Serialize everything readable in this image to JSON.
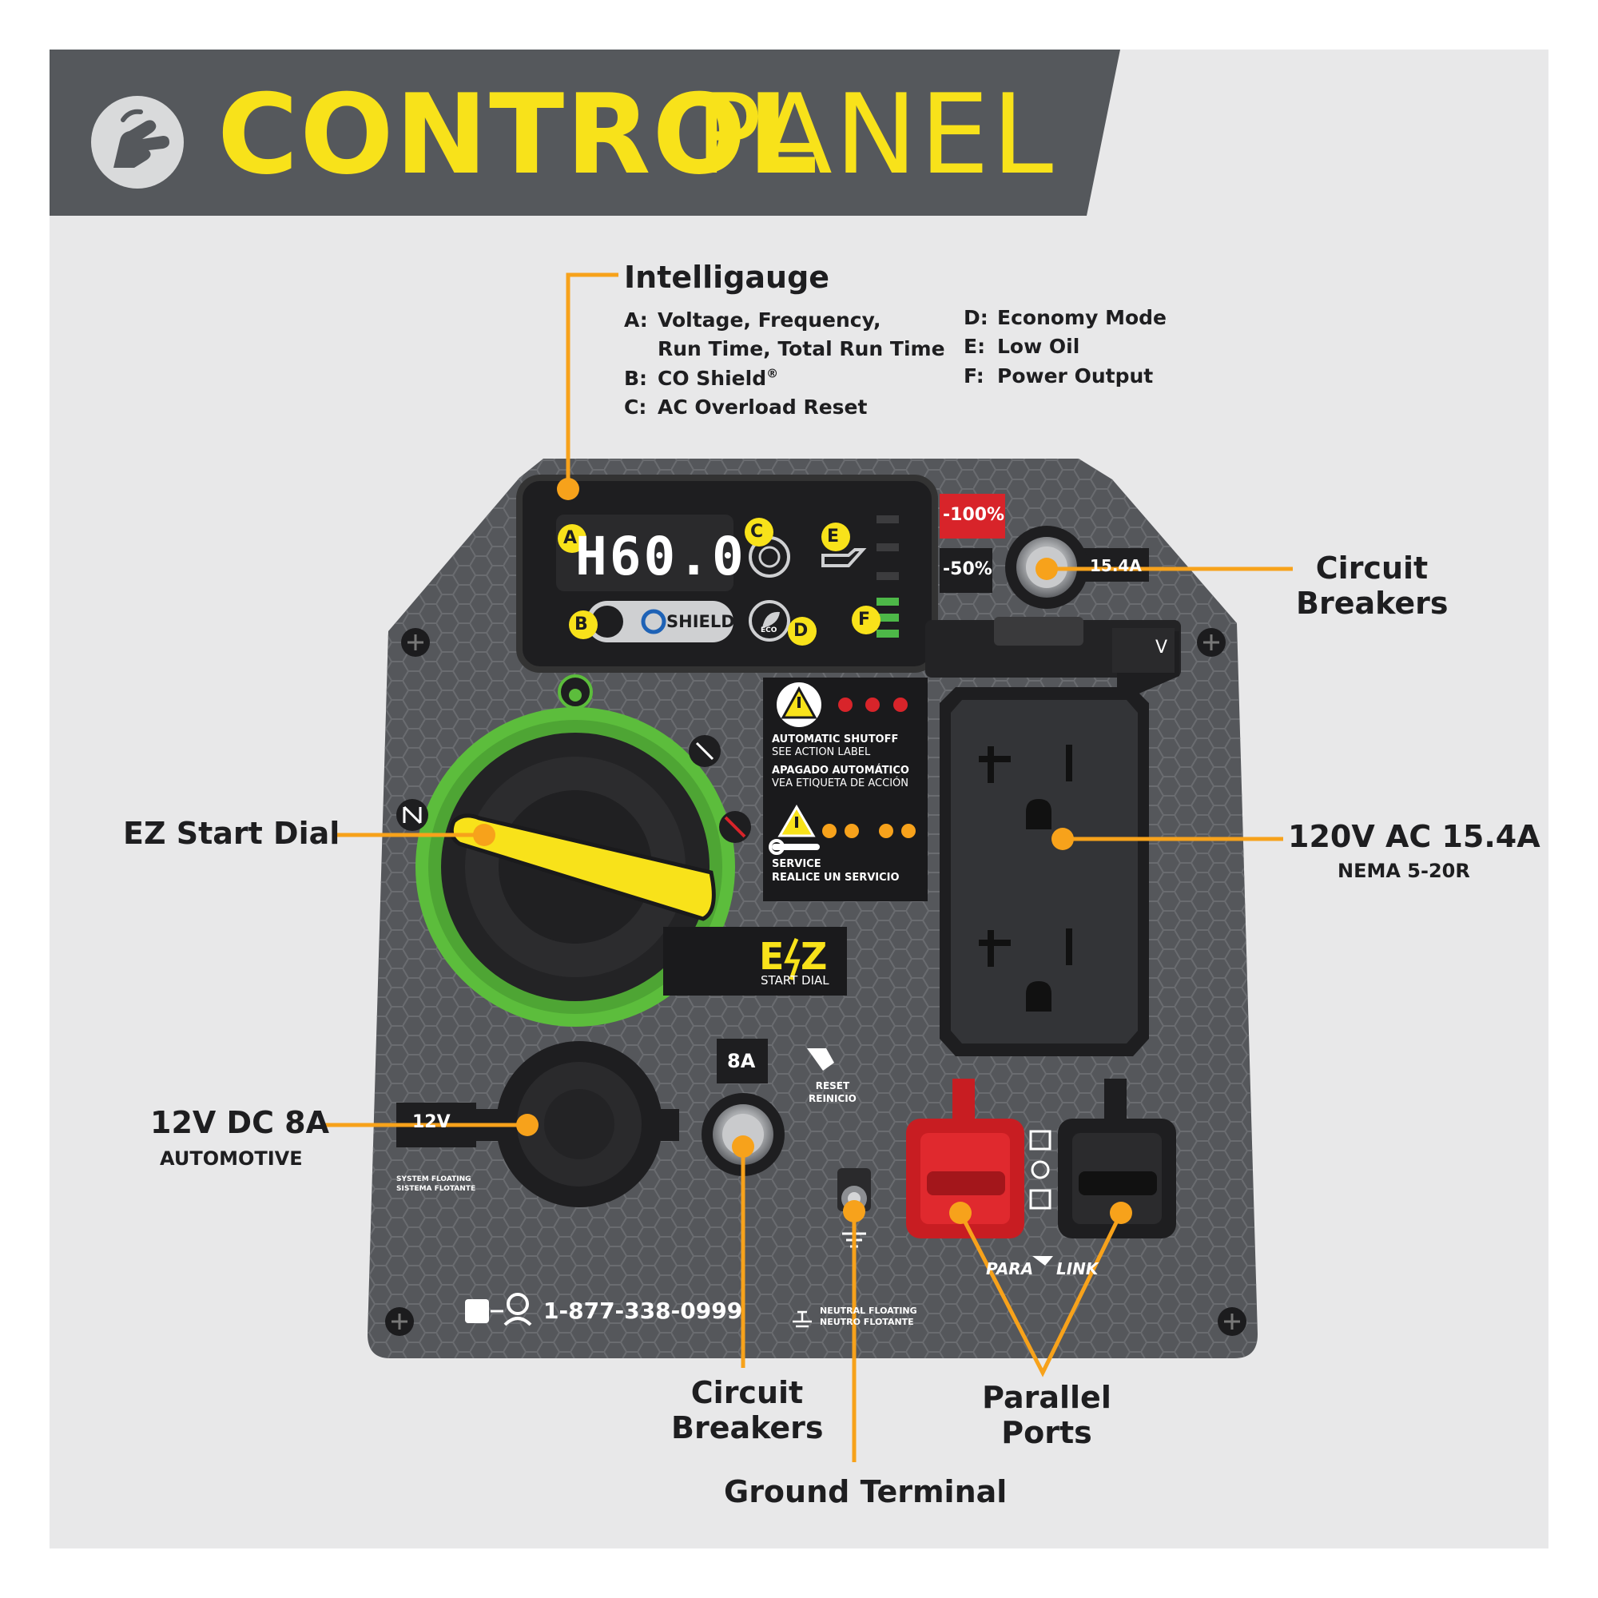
{
  "header": {
    "title_bold": "CONTROL",
    "title_light": "PANEL"
  },
  "intelligauge": {
    "title": "Intelligauge",
    "items_left": [
      {
        "key": "A:",
        "line1": "Voltage, Frequency,",
        "line2": "Run Time, Total Run Time"
      },
      {
        "key": "B:",
        "text": "CO Shield",
        "mark": "®"
      },
      {
        "key": "C:",
        "text": "AC Overload Reset"
      }
    ],
    "items_right": [
      {
        "key": "D:",
        "text": "Economy Mode"
      },
      {
        "key": "E:",
        "text": "Low Oil"
      },
      {
        "key": "F:",
        "text": "Power Output"
      }
    ]
  },
  "callouts": {
    "circuit_breakers_top_1": "Circuit",
    "circuit_breakers_top_2": "Breakers",
    "ez_start_dial": "EZ Start Dial",
    "ac_outlet": "120V AC 15.4A",
    "ac_outlet_sub": "NEMA 5-20R",
    "dc_outlet": "12V DC 8A",
    "dc_outlet_sub": "AUTOMOTIVE",
    "circuit_breakers_bottom_1": "Circuit",
    "circuit_breakers_bottom_2": "Breakers",
    "ground_terminal": "Ground Terminal",
    "parallel_ports_1": "Parallel",
    "parallel_ports_2": "Ports"
  },
  "display": {
    "readout": "H60.0",
    "badges": [
      "A",
      "B",
      "C",
      "D",
      "E",
      "F"
    ],
    "shield_label": "SHIELD",
    "eco_label": "ECO",
    "pct_100": "-100%",
    "pct_50": "-50%",
    "breaker_ac_rating": "15.4A",
    "volt_tag": "V"
  },
  "warnings": {
    "shutoff_1": "AUTOMATIC SHUTOFF",
    "shutoff_2": "SEE ACTION LABEL",
    "shutoff_3": "APAGADO AUTOMÁTICO",
    "shutoff_4": "VEA ETIQUETA DE ACCIÓN",
    "service_1": "SERVICE",
    "service_2": "REALICE UN SERVICIO"
  },
  "dial": {
    "brand_1": "E",
    "brand_2": "Z",
    "label": "START DIAL"
  },
  "dc": {
    "breaker_rating": "8A",
    "reset_1": "RESET",
    "reset_2": "REINICIO",
    "voltage": "12V",
    "floating_1": "SYSTEM FLOATING",
    "floating_2": "SISTEMA FLOTANTE"
  },
  "footer": {
    "phone": "1-877-338-0999",
    "neutral_1": "NEUTRAL FLOATING",
    "neutral_2": "NEUTRO FLOTANTE",
    "para": "PARA",
    "link": "LINK"
  },
  "colors": {
    "accent_orange": "#f7a21b",
    "brand_yellow": "#f8e21a",
    "panel_gray": "#57595c",
    "dial_green": "#5cbd3c",
    "warning_red": "#d8242a"
  }
}
